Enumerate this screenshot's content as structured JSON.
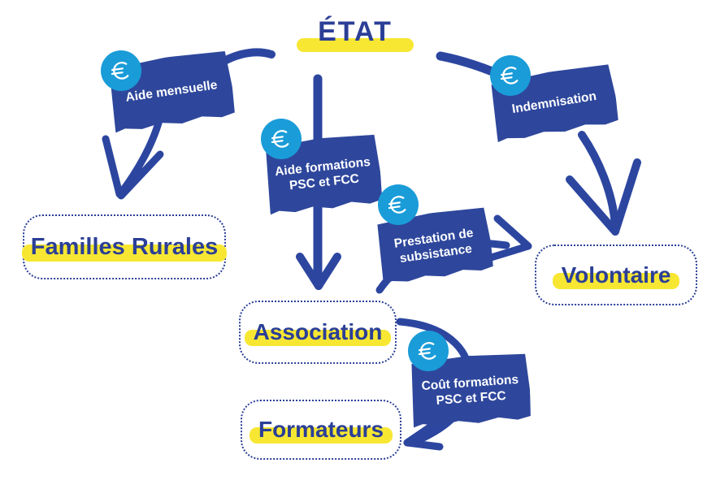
{
  "title": {
    "text": "ÉTAT"
  },
  "nodes": {
    "familles_rurales": {
      "label": "Familles Rurales"
    },
    "association": {
      "label": "Association"
    },
    "volontaire": {
      "label": "Volontaire"
    },
    "formateurs": {
      "label": "Formateurs"
    }
  },
  "tags": {
    "aide_mensuelle": {
      "label": "Aide mensuelle",
      "lines": [
        "Aide mensuelle"
      ],
      "icon": "euro-coin"
    },
    "aide_formations": {
      "label": "Aide formations PSC et FCC",
      "lines": [
        "Aide formations",
        "PSC et FCC"
      ],
      "icon": "euro-coin"
    },
    "indemnisation": {
      "label": "Indemnisation",
      "lines": [
        "Indemnisation"
      ],
      "icon": "euro-coin"
    },
    "prestation_subsistance": {
      "label": "Prestation de subsistance",
      "lines": [
        "Prestation de",
        "subsistance"
      ],
      "icon": "euro-coin"
    },
    "cout_formations": {
      "label": "Coût formations PSC et FCC",
      "lines": [
        "Coût formations",
        "PSC et FCC"
      ],
      "icon": "euro-coin"
    }
  },
  "flows": [
    {
      "from": "ÉTAT",
      "to": "Familles Rurales",
      "label": "Aide mensuelle"
    },
    {
      "from": "ÉTAT",
      "to": "Association",
      "label": "Aide formations PSC et FCC"
    },
    {
      "from": "ÉTAT",
      "to": "Volontaire",
      "label": "Indemnisation"
    },
    {
      "from": "Association",
      "to": "Volontaire",
      "label": "Prestation de subsistance"
    },
    {
      "from": "Association",
      "to": "Formateurs",
      "label": "Coût formations PSC et FCC"
    }
  ],
  "colors": {
    "primary_blue": "#2b3f97",
    "tag_blue": "#2e479c",
    "arrow_blue": "#2c46a0",
    "icon_blue": "#1a9cd8",
    "highlight_yellow": "#f7e733"
  }
}
